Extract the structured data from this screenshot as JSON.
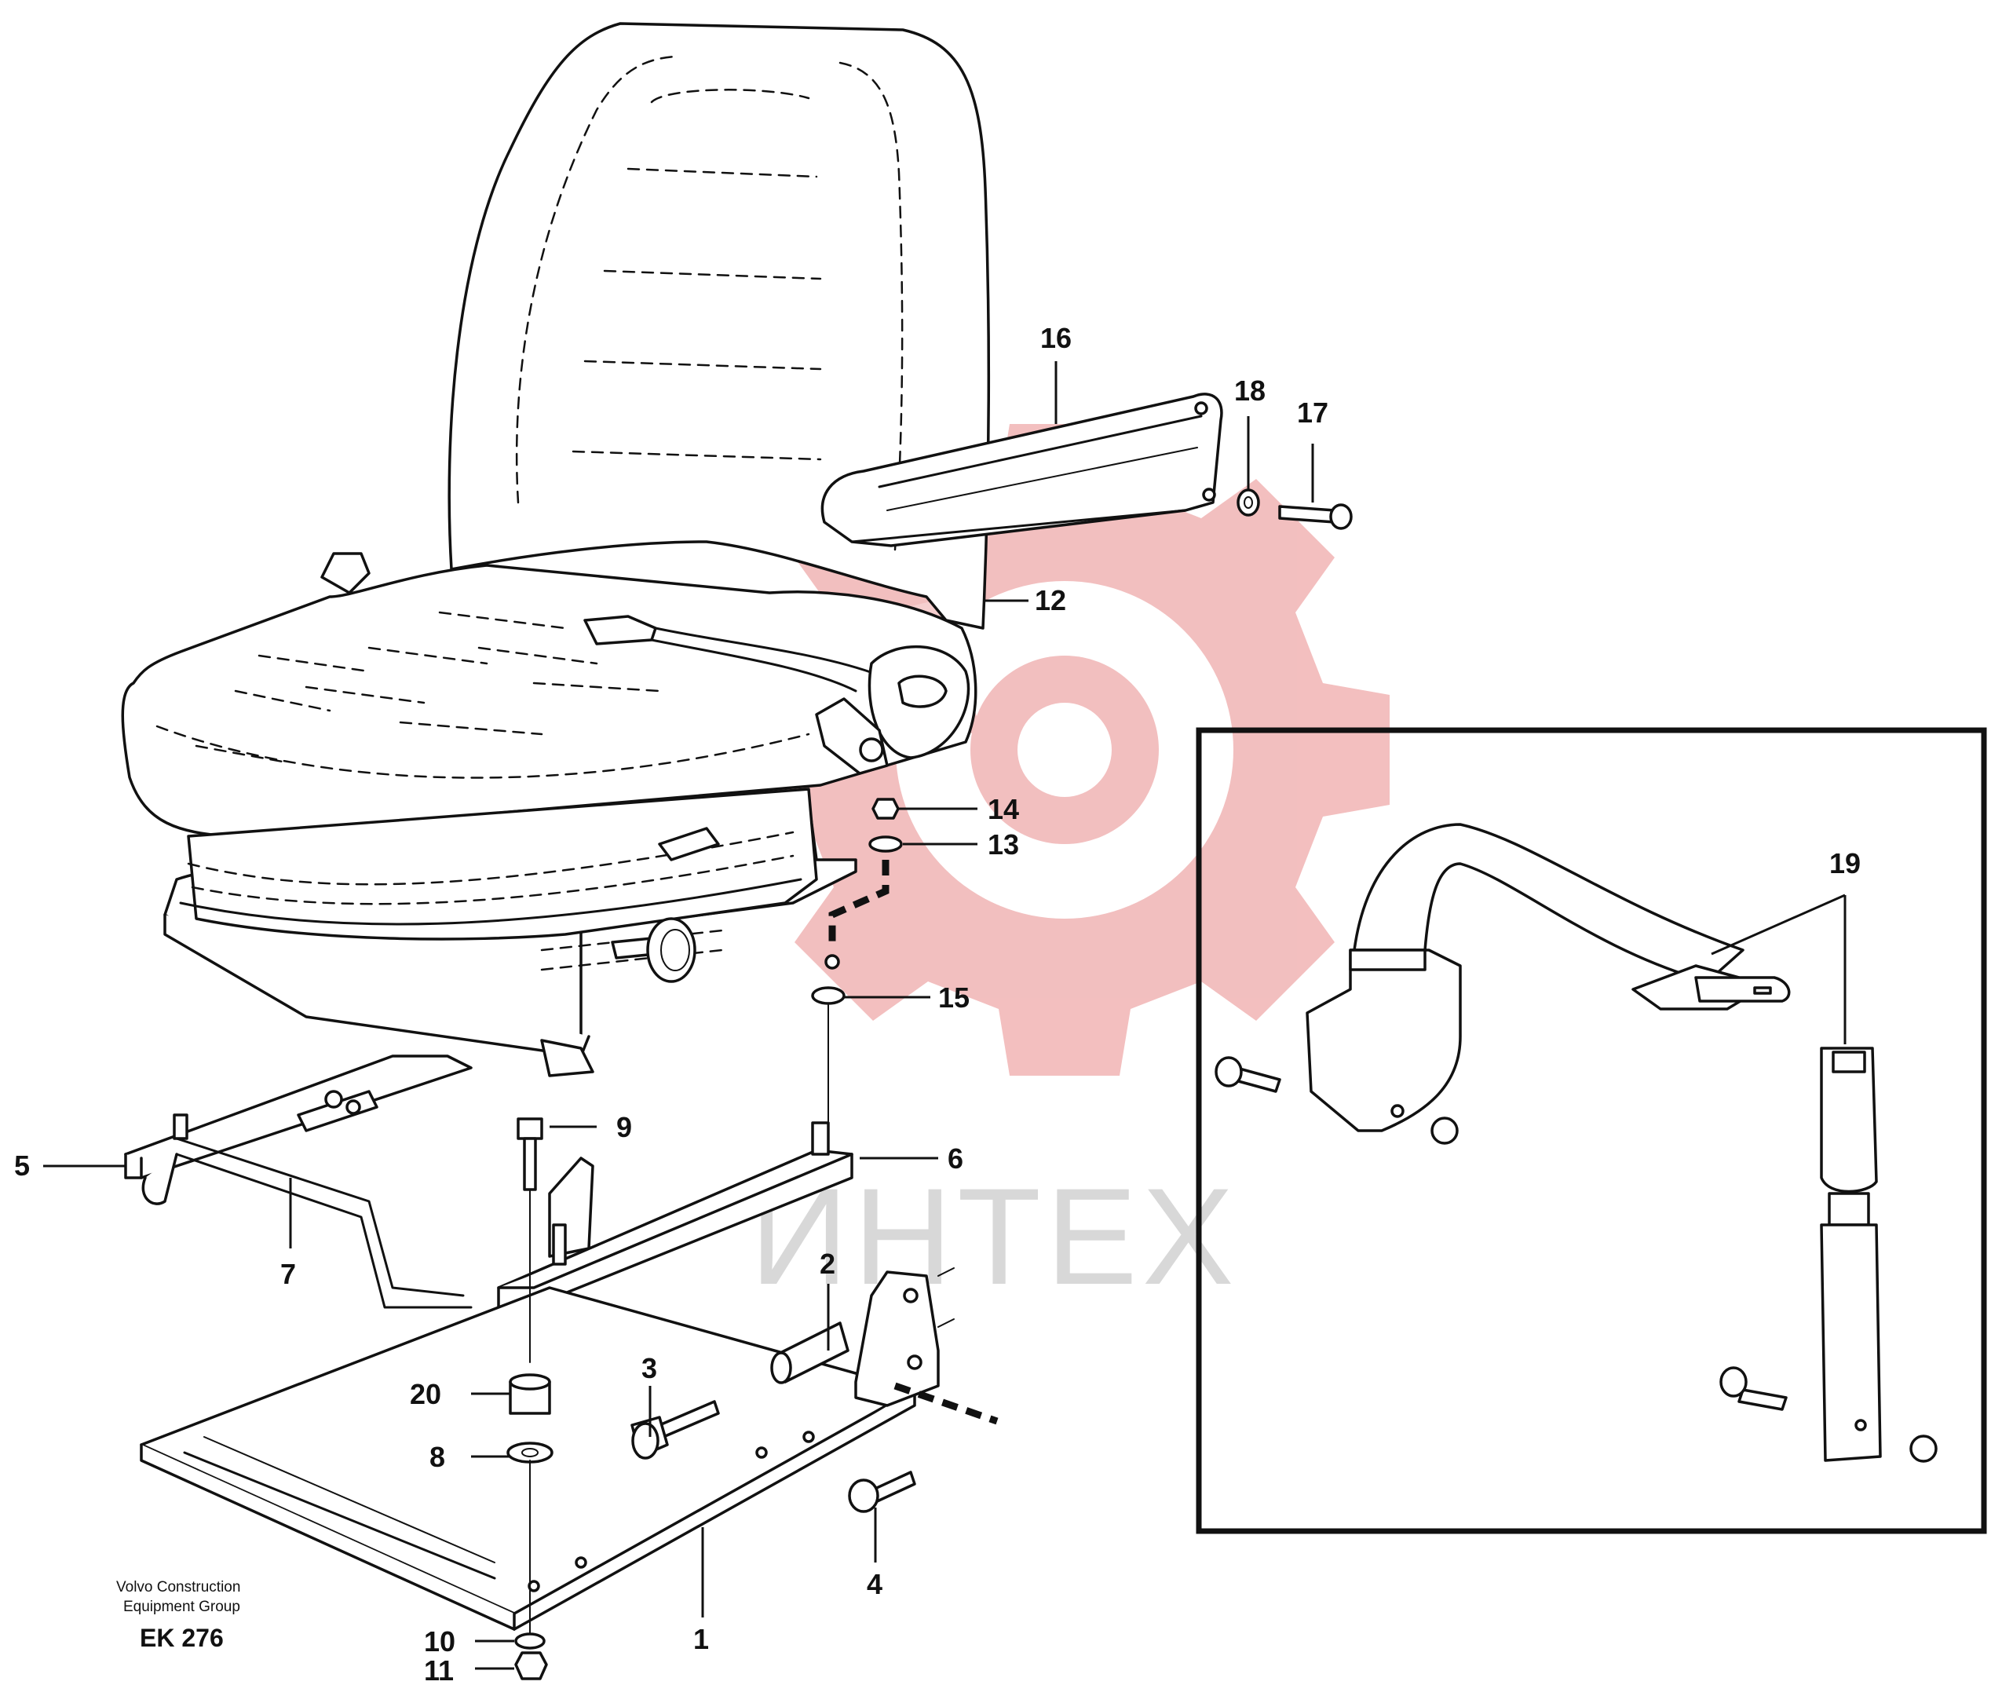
{
  "diagram": {
    "watermark": "ИНТЕХ",
    "caption_line1": "Volvo Construction",
    "caption_line2": "Equipment Group",
    "caption_code": "EK 276",
    "callouts": {
      "c1": "1",
      "c2": "2",
      "c3": "3",
      "c4": "4",
      "c5": "5",
      "c6": "6",
      "c7": "7",
      "c8": "8",
      "c9": "9",
      "c10": "10",
      "c11": "11",
      "c12": "12",
      "c13": "13",
      "c14": "14",
      "c15": "15",
      "c16": "16",
      "c17": "17",
      "c18": "18",
      "c19": "19",
      "c20": "20"
    }
  },
  "colors": {
    "line": "#111111",
    "watermark_red": "#f2bcbc",
    "watermark_grey": "#d8d8d8",
    "background": "#ffffff"
  }
}
